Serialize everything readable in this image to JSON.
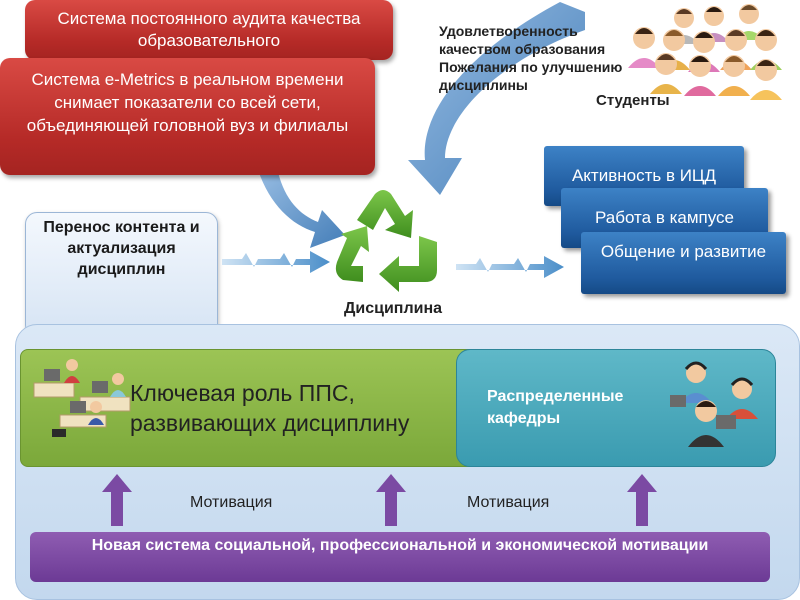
{
  "top": {
    "audit_system": "Система постоянного аудита качества образовательного",
    "emetrics_system": "Система e-Metrics в реальном времени снимает показатели со всей сети, объединяющей головной вуз и филиалы"
  },
  "feedback": {
    "text": "Удовлетворенность качеством образования Пожелания по улучшению дисциплины"
  },
  "students": {
    "label": "Студенты",
    "icon": "students-group-icon"
  },
  "activities": [
    "Активность в ИЦД",
    "Работа в кампусе",
    "Общение и развитие"
  ],
  "transfer": {
    "text": "Перенос контента и актуализация дисциплин"
  },
  "center": {
    "label": "Дисциплина",
    "icon": "recycle-icon"
  },
  "bottom": {
    "role_text": "Ключевая роль ППС, развивающих дисциплину",
    "departments": "Распределенные кафедры",
    "motivation_label_1": "Мотивация",
    "motivation_label_2": "Мотивация",
    "new_system": "Новая система социальной, профессиональной и экономической мотивации"
  },
  "colors": {
    "red": "#c0322e",
    "blue": "#2a6cb3",
    "green": "#8ab848",
    "teal": "#48a8bc",
    "purple": "#7b4aa3",
    "recycle_green": "#5cae2f",
    "arrow_blue": "#4a8ec9"
  }
}
